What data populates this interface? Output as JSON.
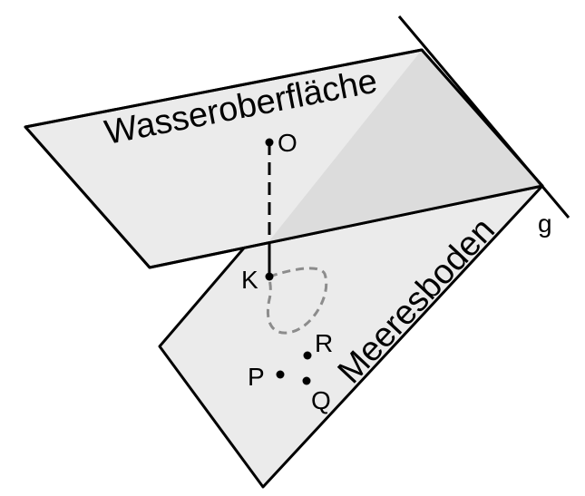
{
  "surfaces": {
    "water": "Wasseroberfläche",
    "seabed": "Meeresboden"
  },
  "line_label": "g",
  "points": {
    "O": "O",
    "K": "K",
    "P": "P",
    "Q": "Q",
    "R": "R"
  },
  "colors": {
    "plane_fill": "#ebebeb",
    "plane_shade": "#dcdcdc",
    "outline": "#000000",
    "curve": "#8c8c8c"
  }
}
